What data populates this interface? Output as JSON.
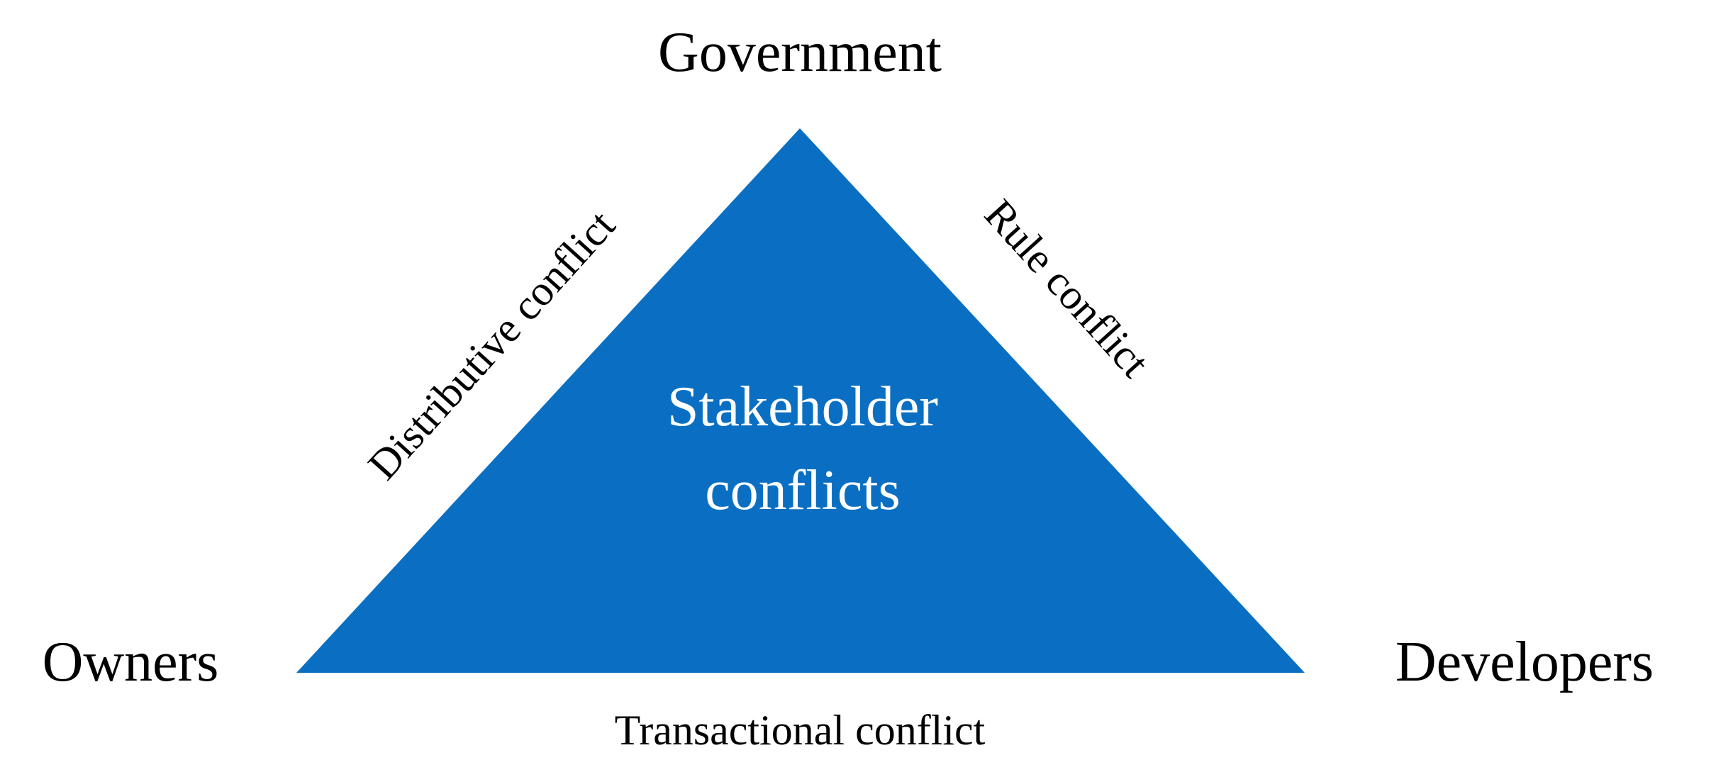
{
  "diagram": {
    "nodes": {
      "top": "Government",
      "left": "Owners",
      "right": "Developers"
    },
    "edges": {
      "left": "Distributive conflict",
      "right": "Rule conflict",
      "bottom": "Transactional conflict"
    },
    "center": {
      "line1": "Stakeholder",
      "line2": "conflicts"
    },
    "colors": {
      "triangle": "#0A6FC2",
      "center_text": "#FFFFFF",
      "label_text": "#000000"
    }
  }
}
